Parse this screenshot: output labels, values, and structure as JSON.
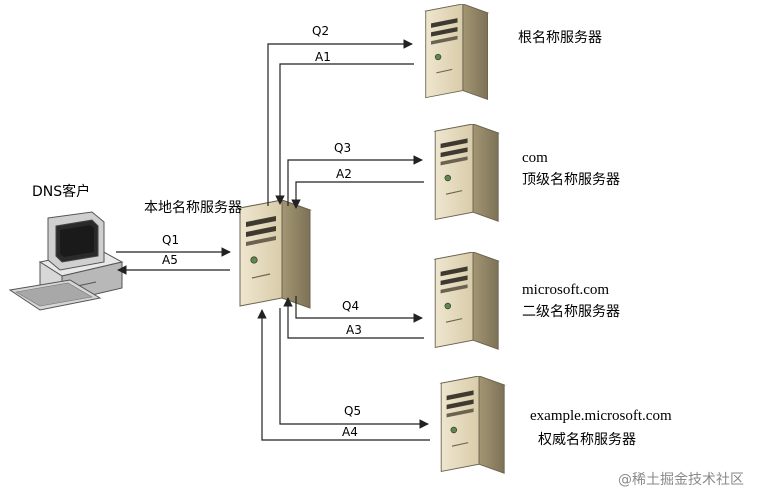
{
  "client": {
    "label": "DNS客户"
  },
  "local_server": {
    "label": "本地名称服务器"
  },
  "root_server": {
    "label": "根名称服务器"
  },
  "tld_server": {
    "domain": "com",
    "label": "顶级名称服务器"
  },
  "second_level_server": {
    "domain": "microsoft.com",
    "label": "二级名称服务器"
  },
  "authoritative_server": {
    "domain": "example.microsoft.com",
    "label": "权威名称服务器"
  },
  "flows": {
    "q1": "Q1",
    "a5": "A5",
    "q2": "Q2",
    "a1": "A1",
    "q3": "Q3",
    "a2": "A2",
    "q4": "Q4",
    "a3": "A3",
    "q5": "Q5",
    "a4": "A4"
  },
  "watermark": "@稀土掘金技术社区"
}
